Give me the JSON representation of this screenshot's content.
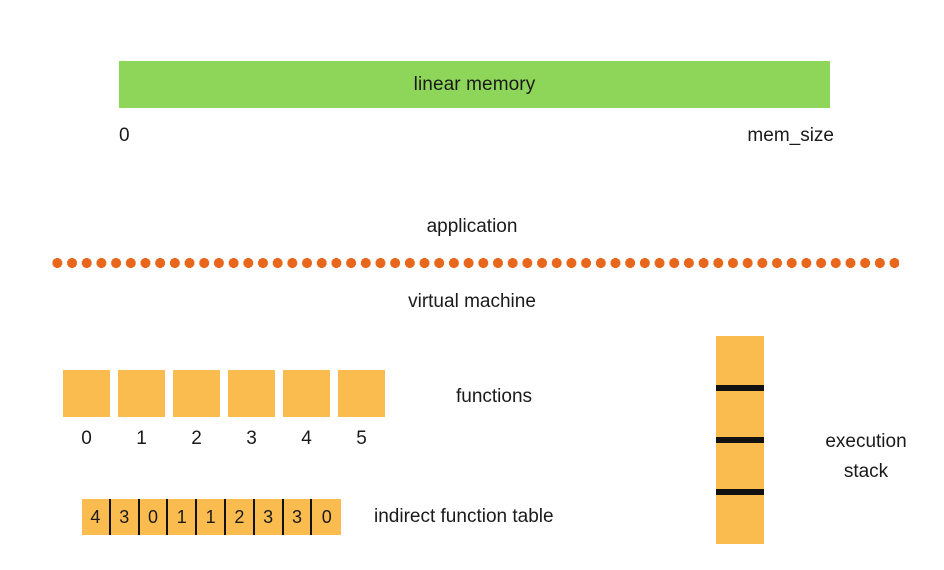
{
  "colors": {
    "linear_memory_green": "#8ed65a",
    "orange": "#fbbc4f",
    "divider_dot_orange": "#e8671c",
    "stack_divider_black": "#121212",
    "text": "#1a1a1a",
    "background": "#ffffff"
  },
  "linear_memory": {
    "label": "linear memory",
    "axis_start": "0",
    "axis_end": "mem_size"
  },
  "layers": {
    "upper_label": "application",
    "lower_label": "virtual machine",
    "divider_style": "dotted"
  },
  "functions": {
    "caption": "functions",
    "indices": [
      "0",
      "1",
      "2",
      "3",
      "4",
      "5"
    ],
    "count": 6
  },
  "indirect_function_table": {
    "caption": "indirect function table",
    "entries": [
      "4",
      "3",
      "0",
      "1",
      "1",
      "2",
      "3",
      "3",
      "0"
    ],
    "count": 9
  },
  "execution_stack": {
    "caption_line1": "execution",
    "caption_line2": "stack",
    "frame_count": 4,
    "divider_count": 3
  }
}
